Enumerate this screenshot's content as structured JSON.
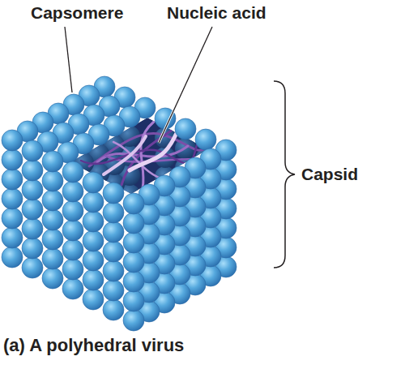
{
  "diagram": {
    "caption": "(a) A polyhedral virus",
    "labels": [
      "Capsomere",
      "Nucleic acid",
      "Capsid"
    ]
  }
}
